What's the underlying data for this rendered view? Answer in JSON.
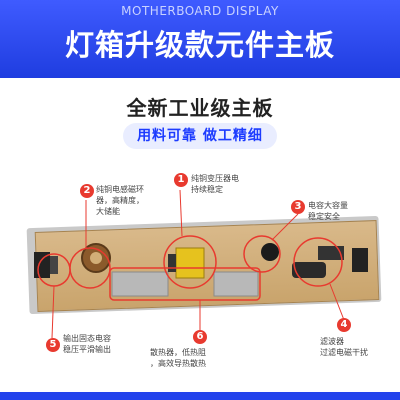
{
  "header": {
    "subtitle_en": "MOTHERBOARD DISPLAY",
    "title_cn": "灯箱升级款元件主板"
  },
  "section": {
    "heading": "全新工业级主板",
    "tagline": "用料可靠  做工精细"
  },
  "callouts": [
    {
      "num": "1",
      "lines": [
        "纯铜变压器电",
        "持续稳定"
      ]
    },
    {
      "num": "2",
      "lines": [
        "纯铜电感磁环",
        "器，高精度，",
        "大储能"
      ]
    },
    {
      "num": "3",
      "lines": [
        "电容大容量",
        "稳定安全"
      ]
    },
    {
      "num": "4",
      "lines": [
        "滤波器",
        "过滤电磁干扰"
      ]
    },
    {
      "num": "5",
      "lines": [
        "输出固态电容",
        "稳压平滑输出"
      ]
    },
    {
      "num": "6",
      "lines": [
        "散热器，低热阻",
        "，高效导热散热"
      ]
    }
  ],
  "colors": {
    "accent_blue": "#1f3de0",
    "callout_red": "#e83a2f",
    "board": "#d2ae78"
  }
}
